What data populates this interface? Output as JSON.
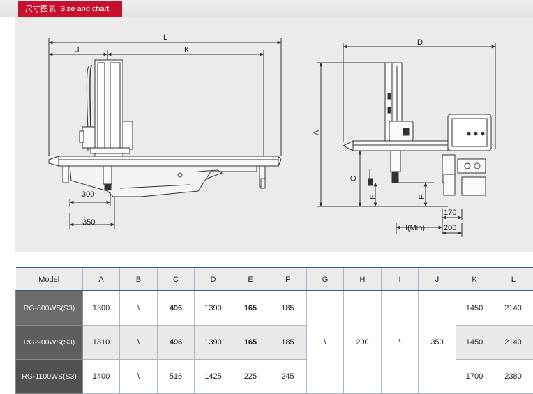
{
  "header": {
    "title_cn": "尺寸图表",
    "title_en": "Size and chart"
  },
  "drawing": {
    "front_view": {
      "L": "L",
      "J": "J",
      "K": "K",
      "dim_300": "300",
      "dim_350": "350"
    },
    "side_view": {
      "D": "D",
      "A": "A",
      "C": "C",
      "E": "E",
      "F": "F",
      "H": "H(Min)",
      "dim_170": "170",
      "dim_200": "200"
    }
  },
  "table": {
    "headers": [
      "Model",
      "A",
      "B",
      "C",
      "D",
      "E",
      "F",
      "G",
      "H",
      "I",
      "J",
      "K",
      "L"
    ],
    "rows": [
      {
        "model": "RG-800WS(S3)",
        "A": "1300",
        "B": "\\",
        "C": "496",
        "D": "1390",
        "E": "165",
        "F": "185",
        "K": "1450",
        "L": "2140"
      },
      {
        "model": "RG-900WS(S3)",
        "A": "1310",
        "B": "\\",
        "C": "496",
        "D": "1390",
        "E": "165",
        "F": "185",
        "K": "1450",
        "L": "2140"
      },
      {
        "model": "RG-1100WS(S3)",
        "A": "1400",
        "B": "\\",
        "C": "516",
        "D": "1425",
        "E": "225",
        "F": "245",
        "K": "1700",
        "L": "2380"
      }
    ],
    "shared": {
      "G": "\\",
      "H": "200",
      "I": "\\",
      "J": "350"
    }
  }
}
